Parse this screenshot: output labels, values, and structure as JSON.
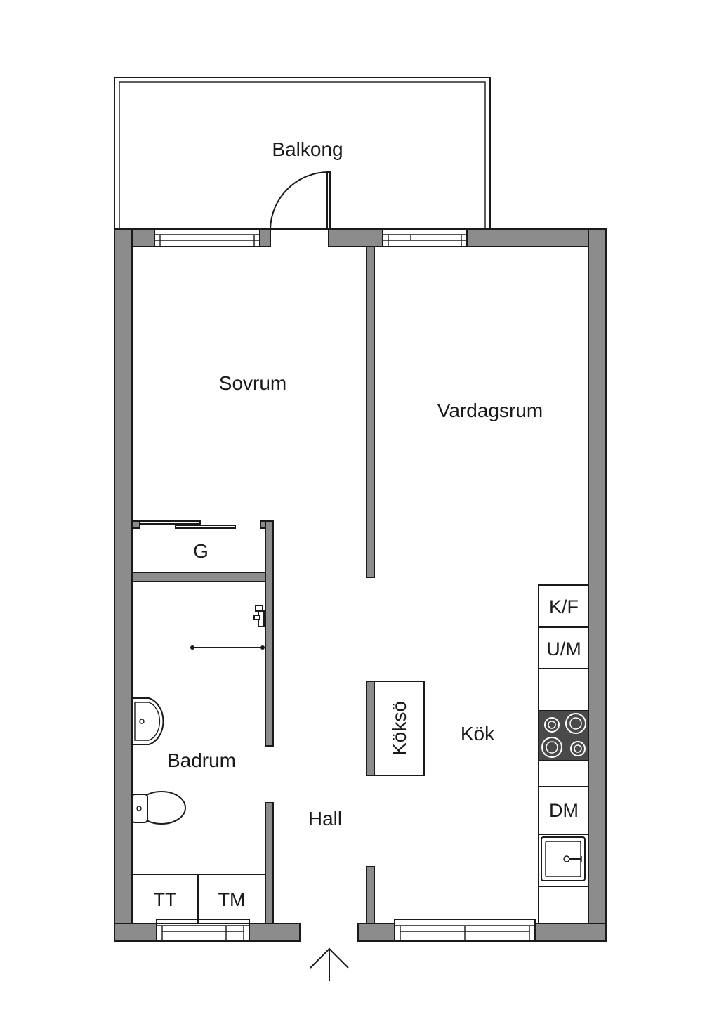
{
  "colors": {
    "wall": "#8c8c8c",
    "line": "#1a1a1a",
    "background": "#ffffff",
    "stove": "#4a4a4a"
  },
  "rooms": {
    "balkong": "Balkong",
    "sovrum": "Sovrum",
    "vardagsrum": "Vardagsrum",
    "g": "G",
    "badrum": "Badrum",
    "hall": "Hall",
    "kok": "Kök",
    "kokso": "Köksö"
  },
  "fixtures": {
    "kf": "K/F",
    "um": "U/M",
    "dm": "DM",
    "tt": "TT",
    "tm": "TM"
  },
  "icons": {
    "entrance": "up-arrow-icon",
    "sink": "sink-icon",
    "toilet": "toilet-icon",
    "stove": "stove-icon",
    "kitchen-sink": "kitchen-sink-icon",
    "shower": "shower-icon",
    "door": "door-swing-icon"
  }
}
